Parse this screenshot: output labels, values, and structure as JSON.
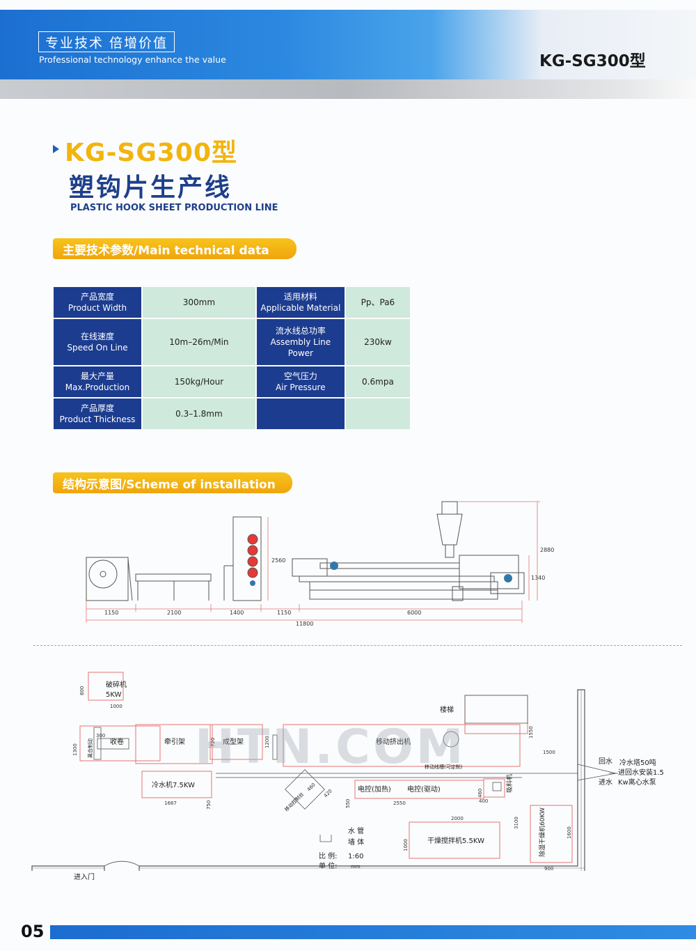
{
  "header": {
    "tag": "专业技术 倍增价值",
    "tag_sub": "Professional technology enhance the value",
    "model": "KG-SG300型"
  },
  "title": {
    "model": "KG-SG300型",
    "name_cn": "塑钩片生产线",
    "name_en": "PLASTIC HOOK SHEET PRODUCTION LINE"
  },
  "sections": {
    "tech": "主要技术参数/Main technical data",
    "scheme": "结构示意图/Scheme of installation"
  },
  "specs": [
    {
      "cn": "产品宽度",
      "en": "Product Width",
      "value": "300mm",
      "cn2": "适用材料",
      "en2": "Applicable Material",
      "value2": "Pp、Pa6"
    },
    {
      "cn": "在线速度",
      "en": "Speed On Line",
      "value": "10m–26m/Min",
      "cn2": "流水线总功率",
      "en2": "Assembly Line Power",
      "value2": "230kw"
    },
    {
      "cn": "最大产量",
      "en": "Max.Production",
      "value": "150kg/Hour",
      "cn2": "空气压力",
      "en2": "Air Pressure",
      "value2": "0.6mpa"
    },
    {
      "cn": "产品厚度",
      "en": "Product Thickness",
      "value": "0.3–1.8mm",
      "cn2": "",
      "en2": "",
      "value2": ""
    }
  ],
  "elevation": {
    "dims": [
      "1150",
      "2100",
      "1400",
      "1150",
      "6000",
      "11800",
      "2560",
      "2880",
      "1340"
    ]
  },
  "plan": {
    "labels": {
      "crusher": "破碎机",
      "crusher_kw": "5KW",
      "winder": "收卷",
      "puller": "牵引架",
      "former": "成型架",
      "extruder": "移动挤出机",
      "stairs": "楼梯",
      "chiller": "冷水机7.5KW",
      "moving_cabinet": "移动控制台",
      "heat_ctrl": "电控(加热)",
      "drive_ctrl": "电控(驱动)",
      "loader": "吸料机",
      "dryer": "干燥搅拌机5.5KW",
      "dehum": "除湿干燥机60KW",
      "water_return": "回水",
      "water_in": "进水",
      "tower": "冷水塔50吨",
      "tower2": "进回水安装1.5",
      "tower3": "Kw离心水泵",
      "trench": "移动线槽(可定制)",
      "pipe": "水 管",
      "wall": "墙 体",
      "scale_label": "比 例:",
      "scale": "1:60",
      "unit_label": "单 位:",
      "unit": "mm",
      "door": "进入门",
      "box_side": "离合制动"
    },
    "dims": [
      "800",
      "1000",
      "300",
      "1300",
      "720",
      "1200",
      "1550",
      "1500",
      "1687",
      "750",
      "550",
      "2550",
      "460",
      "400",
      "420",
      "460",
      "2000",
      "1000",
      "3100",
      "1600",
      "900"
    ]
  },
  "watermark": "HTN.COM",
  "page_number": "05"
}
